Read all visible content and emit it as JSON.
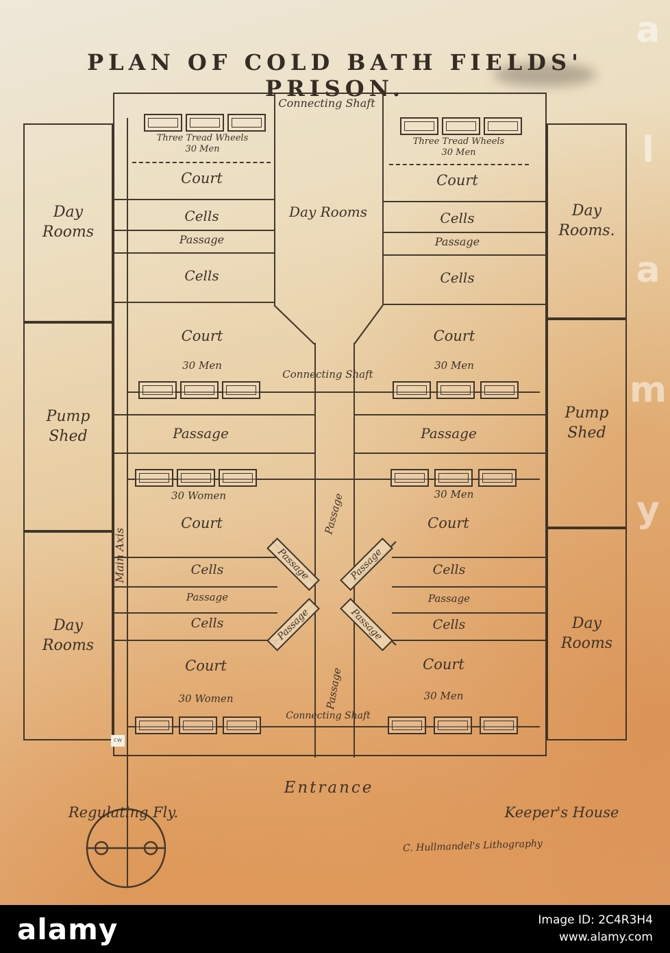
{
  "title": "PLAN OF COLD BATH FIELDS' PRISON.",
  "common": {
    "court": "Court",
    "cells": "Cells",
    "passage": "Passage",
    "connecting_shaft": "Connecting Shaft",
    "three_tread_wheels": "Three Tread Wheels\n30 Men",
    "men_30": "30 Men",
    "women_30": "30 Women"
  },
  "wings": {
    "day_rooms": "Day\nRooms",
    "day_rooms_period": "Day\nRooms.",
    "pump_shed": "Pump\nShed"
  },
  "center": {
    "day_rooms": "Day Rooms",
    "main_axis": "Main Axis"
  },
  "bottom": {
    "entrance": "Entrance",
    "regulating_fly": "Regulating Fly.",
    "keepers_house": "Keeper's House",
    "lithography": "C. Hullmandel's Lithography",
    "cw": "cw"
  },
  "watermark": {
    "brand": "alamy",
    "image_id": "Image ID: 2C4R3H4",
    "url": "www.alamy.com"
  }
}
